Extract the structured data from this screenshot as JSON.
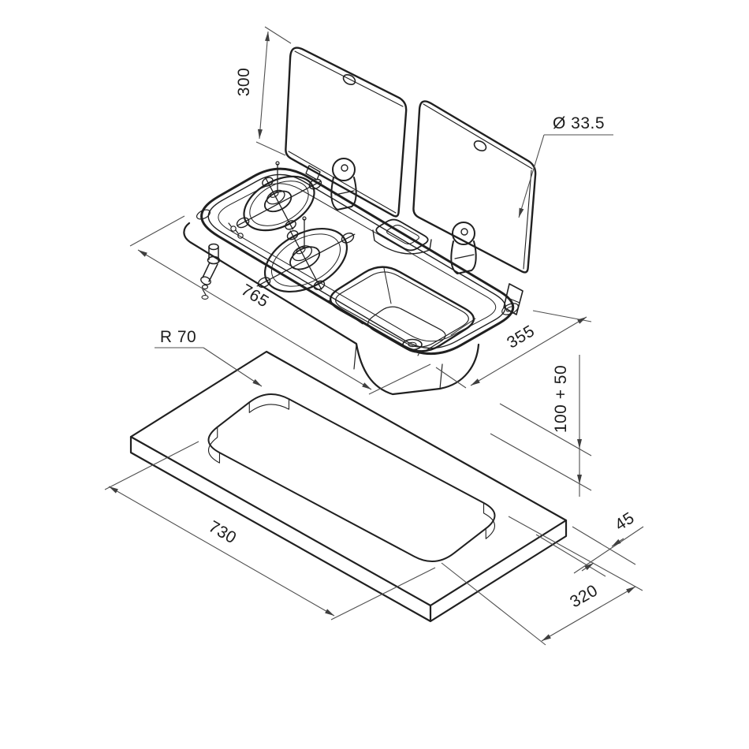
{
  "page": {
    "background": "#ffffff"
  },
  "drawing": {
    "subject": "hob-sink-combination-unit-with-glass-lids-and-cutout-template",
    "line_color": "#202020",
    "dimension_color": "#4f4f4f",
    "dimensions": {
      "lid_height": "300",
      "hole_diameter": "Ø 33.5",
      "unit_length": "765",
      "corner_radius": "R 70",
      "unit_width": "355",
      "installation_depth": "100 + 50",
      "cutout_length": "730",
      "edge_offset": "45",
      "cutout_width": "320"
    }
  }
}
